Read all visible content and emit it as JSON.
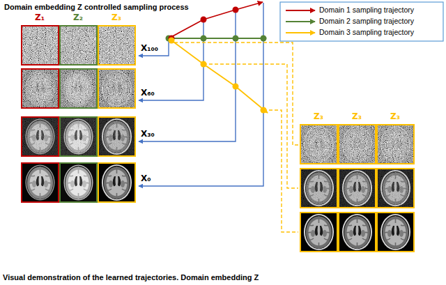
{
  "diagram": {
    "title": "Domain embedding Z controlled sampling process",
    "caption": "Visual demonstration of the learned trajectories. Domain embedding Z",
    "labels": [
      "Z₁",
      "Z₂",
      "Z₃",
      "X₁₀₀",
      "X₆₀",
      "X₃₀",
      "X₀",
      "Z₃",
      "Z₃",
      "Z₃"
    ],
    "legend": [
      {
        "text": "Domain 1 sampling trajectory"
      },
      {
        "text": "Domain 2 sampling trajectory"
      },
      {
        "text": "Domain 3 sampling trajectory"
      }
    ]
  }
}
